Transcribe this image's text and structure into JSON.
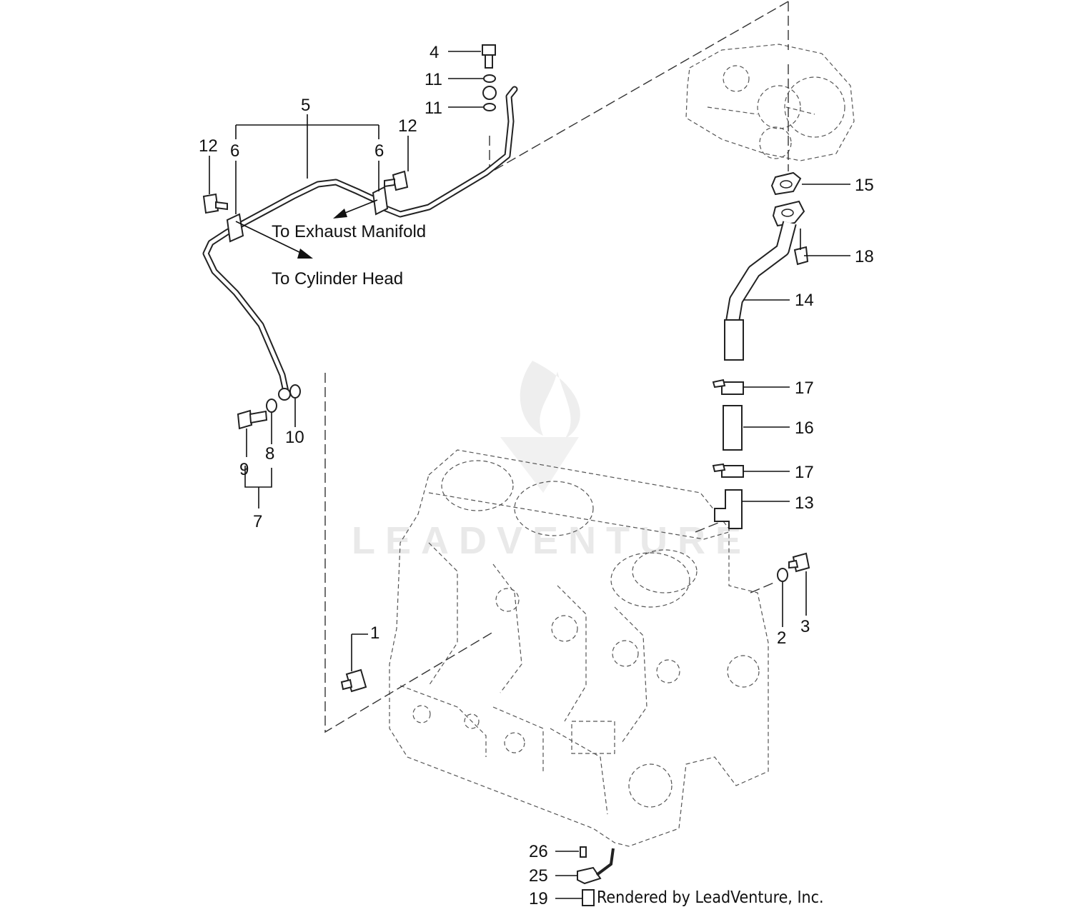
{
  "callouts": {
    "c1": "1",
    "c2": "2",
    "c3": "3",
    "c4": "4",
    "c5": "5",
    "c6a": "6",
    "c6b": "6",
    "c7": "7",
    "c8": "8",
    "c9": "9",
    "c10": "10",
    "c11a": "11",
    "c11b": "11",
    "c12a": "12",
    "c12b": "12",
    "c13": "13",
    "c14": "14",
    "c15": "15",
    "c16": "16",
    "c17a": "17",
    "c17b": "17",
    "c18": "18",
    "c19": "19",
    "c25": "25",
    "c26": "26"
  },
  "notes": {
    "exhaust": "To Exhaust Manifold",
    "cylinder": "To Cylinder Head"
  },
  "credit": "Rendered by LeadVenture, Inc.",
  "watermark": "LEADVENTURE"
}
